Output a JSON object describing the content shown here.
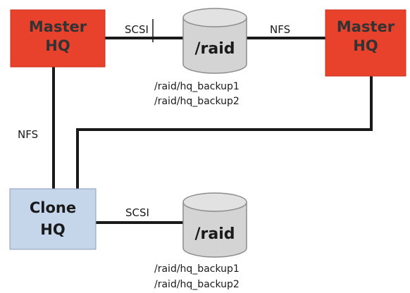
{
  "colors": {
    "master_fill": "#e8412c",
    "master_text": "#333333",
    "clone_fill": "#c5d5ea",
    "clone_text": "#1a1a1a",
    "line": "#1a1a1a",
    "disk_fill": "#d4d4d4",
    "disk_stroke": "#8c8c8c"
  },
  "nodes": {
    "master_left": {
      "line1": "Master",
      "line2": "HQ"
    },
    "master_right": {
      "line1": "Master",
      "line2": "HQ"
    },
    "clone": {
      "line1": "Clone",
      "line2": "HQ"
    }
  },
  "disks": {
    "top": {
      "label": "/raid",
      "paths": [
        "/raid/hq_backup1",
        "/raid/hq_backup2"
      ]
    },
    "bottom": {
      "label": "/raid",
      "paths": [
        "/raid/hq_backup1",
        "/raid/hq_backup2"
      ]
    }
  },
  "links": {
    "top_left": "SCSI",
    "top_right": "NFS",
    "vertical_left": "NFS",
    "bottom": "SCSI"
  }
}
